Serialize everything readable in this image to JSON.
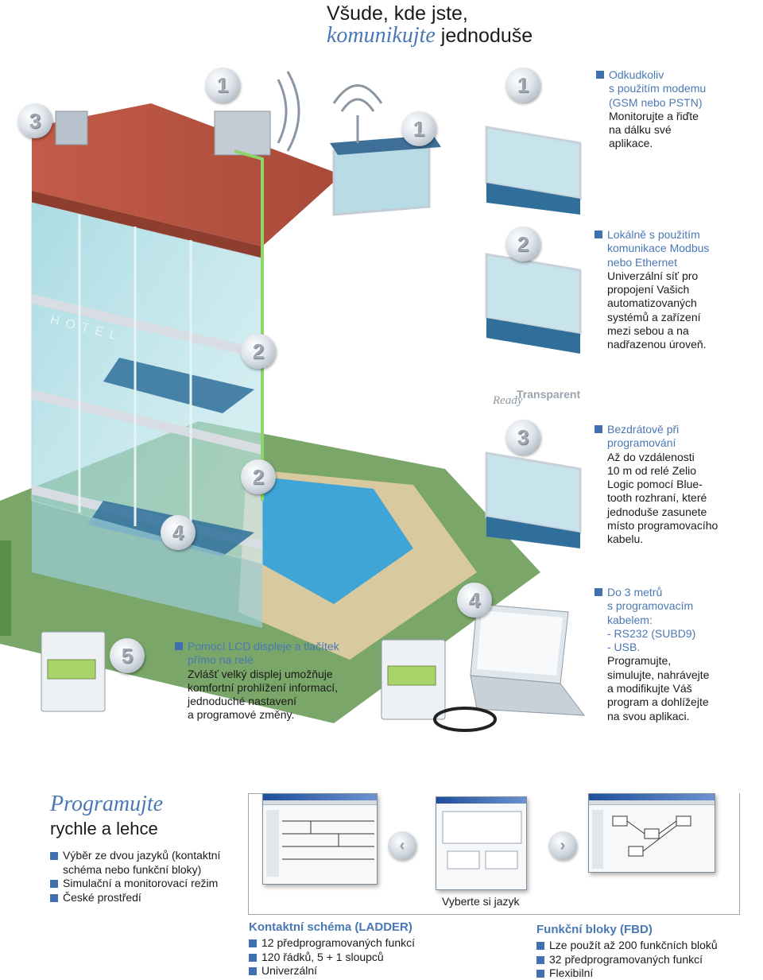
{
  "header": {
    "line1": "Všude, kde jste,",
    "line2_italic": "komunikujte",
    "line2_rest": " jednoduše"
  },
  "illustration": {
    "hotel_label": "HOTEL",
    "ready_label": "Ready",
    "transparent_label": "Transparent"
  },
  "badges": {
    "b1": "1",
    "b2": "2",
    "b3": "3",
    "b4": "4",
    "b5": "5"
  },
  "callouts": {
    "remote": {
      "title": [
        "Odkudkoliv",
        "s použitím modemu",
        "(GSM nebo PSTN)"
      ],
      "body": [
        "Monitorujte a řiďte",
        "na dálku své",
        "aplikace."
      ]
    },
    "local": {
      "title": [
        "Lokálně s použitím",
        "komunikace Modbus",
        "nebo Ethernet"
      ],
      "body": [
        "Univerzální síť pro",
        "propojení Vašich",
        "automatizovaných",
        "systémů a zařízení",
        "mezi sebou a na",
        "nadřazenou úroveň."
      ]
    },
    "wireless": {
      "title": [
        "Bezdrátově při",
        "programování"
      ],
      "body": [
        "Až do vzdálenosti",
        "10 m od relé Zelio",
        "Logic pomocí Blue-",
        "tooth rozhraní, které",
        "jednoduše zasunete",
        "místo programovacího",
        "kabelu."
      ]
    },
    "cable": {
      "title": [
        "Do 3 metrů",
        "s programovacím",
        "kabelem:",
        "- RS232 (SUBD9)",
        "- USB."
      ],
      "body": [
        "Programujte,",
        "simulujte, nahrávejte",
        "a modifikujte Váš",
        "program a dohlížejte",
        "na svou aplikaci."
      ]
    },
    "lcd": {
      "title": [
        "Pomocí LCD displeje a tlačítek",
        "přímo na relé"
      ],
      "body": [
        "Zvlášť velký displej umožňuje",
        "komfortní prohlížení informací,",
        "jednoduché nastavení",
        "a programové změny."
      ]
    }
  },
  "programming": {
    "title": "Programujte",
    "subtitle": "rychle a lehce",
    "features": [
      "Výběr ze dvou jazyků (kontaktní",
      "schéma nebo funkční bloky)",
      "Simulační a monitorovací režim",
      "České prostředí"
    ],
    "choose_language": "Vyberte si jazyk",
    "ladder": {
      "heading": "Kontaktní schéma (LADDER)",
      "items": [
        "12 předprogramovaných funkcí",
        "120 řádků, 5 + 1 sloupců",
        "Univerzální"
      ]
    },
    "fbd": {
      "heading": "Funkční bloky (FBD)",
      "items": [
        "Lze použít až 200 funkčních bloků",
        "32 předprogramovaných funkcí",
        "Flexibilní"
      ]
    }
  },
  "colors": {
    "accent_blue": "#4a78b4",
    "bullet_blue": "#3f6fae",
    "roof_red": "#b3503f",
    "glass_teal": "#7fc3cf",
    "carpet_blue": "#2f6f9a"
  }
}
